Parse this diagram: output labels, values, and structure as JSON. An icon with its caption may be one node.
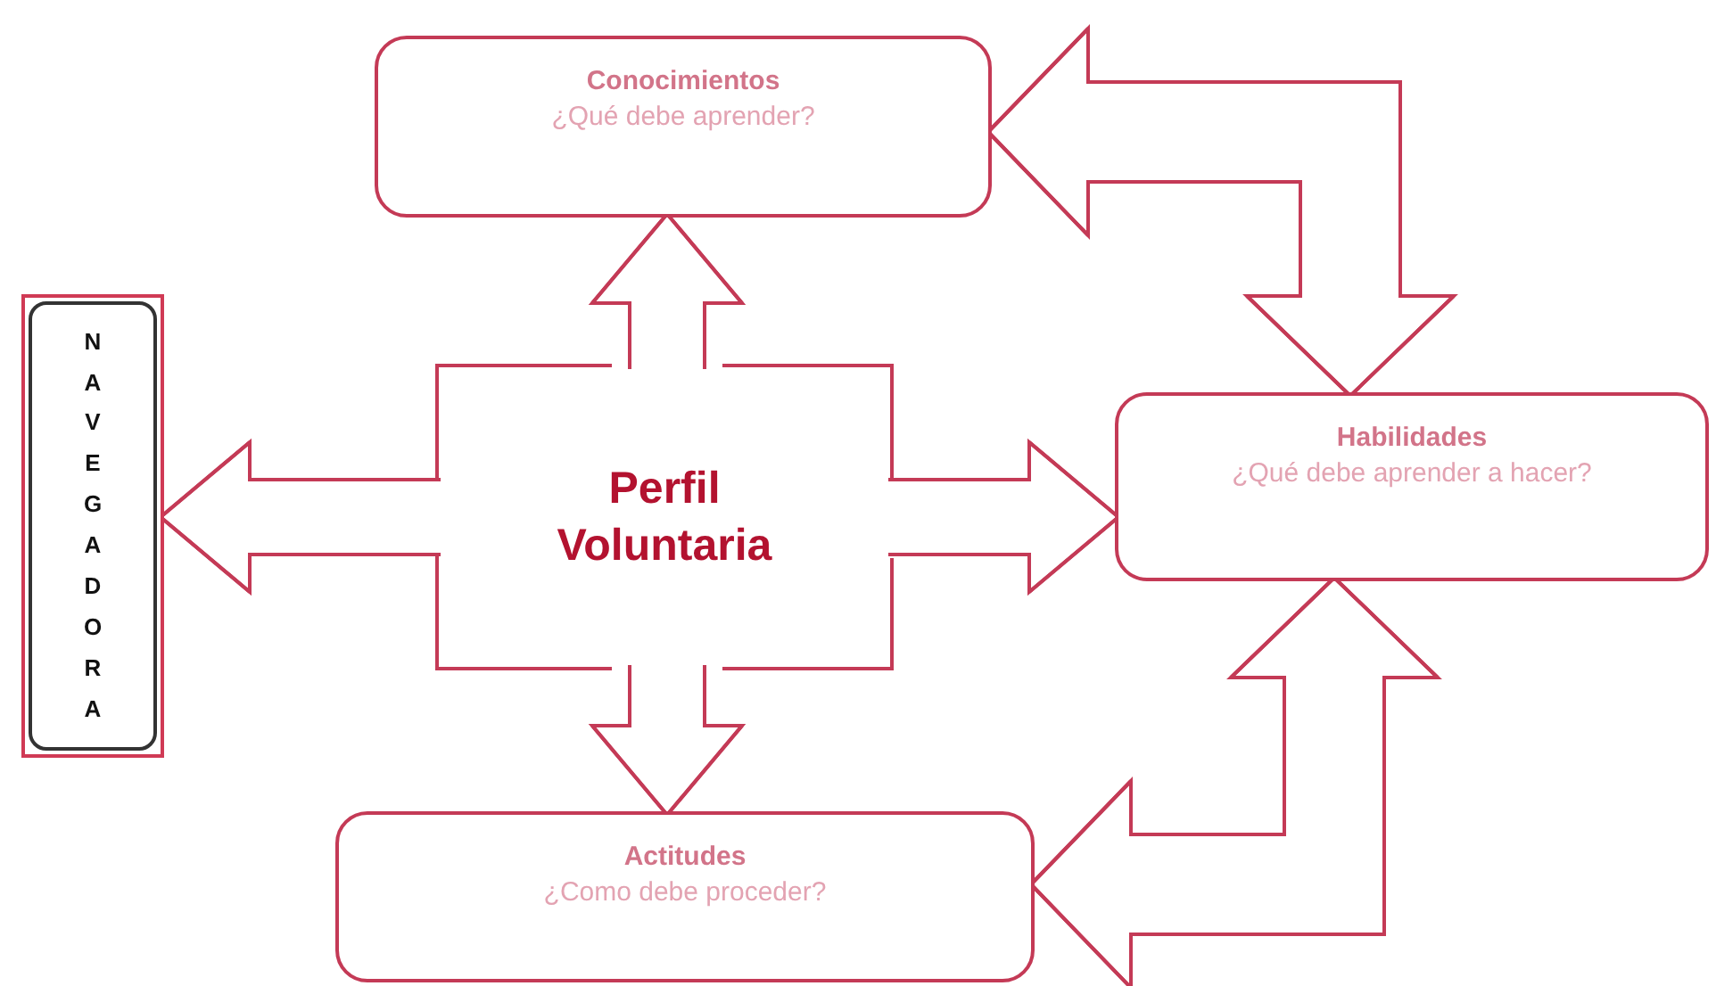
{
  "diagram": {
    "nodes": [
      {
        "text": [
          "NAVEGADORA"
        ]
      },
      {
        "text": [
          "Conocimientos",
          "¿Qué debe aprender?"
        ]
      },
      {
        "text": [
          "Perfil Voluntaria"
        ]
      },
      {
        "text": [
          "Habilidades",
          "¿Qué debe aprender a hacer?"
        ]
      },
      {
        "text": [
          "Actitudes",
          "¿Como debe proceder?"
        ]
      }
    ],
    "edges": [
      {
        "from": 2,
        "to": 1,
        "arrow": "to"
      },
      {
        "from": 2,
        "to": 0,
        "arrow": "to"
      },
      {
        "from": 2,
        "to": 3,
        "arrow": "to"
      },
      {
        "from": 2,
        "to": 4,
        "arrow": "to"
      },
      {
        "from": 3,
        "to": 1,
        "arrow": "both"
      },
      {
        "from": 4,
        "to": 3,
        "arrow": "both"
      }
    ]
  }
}
